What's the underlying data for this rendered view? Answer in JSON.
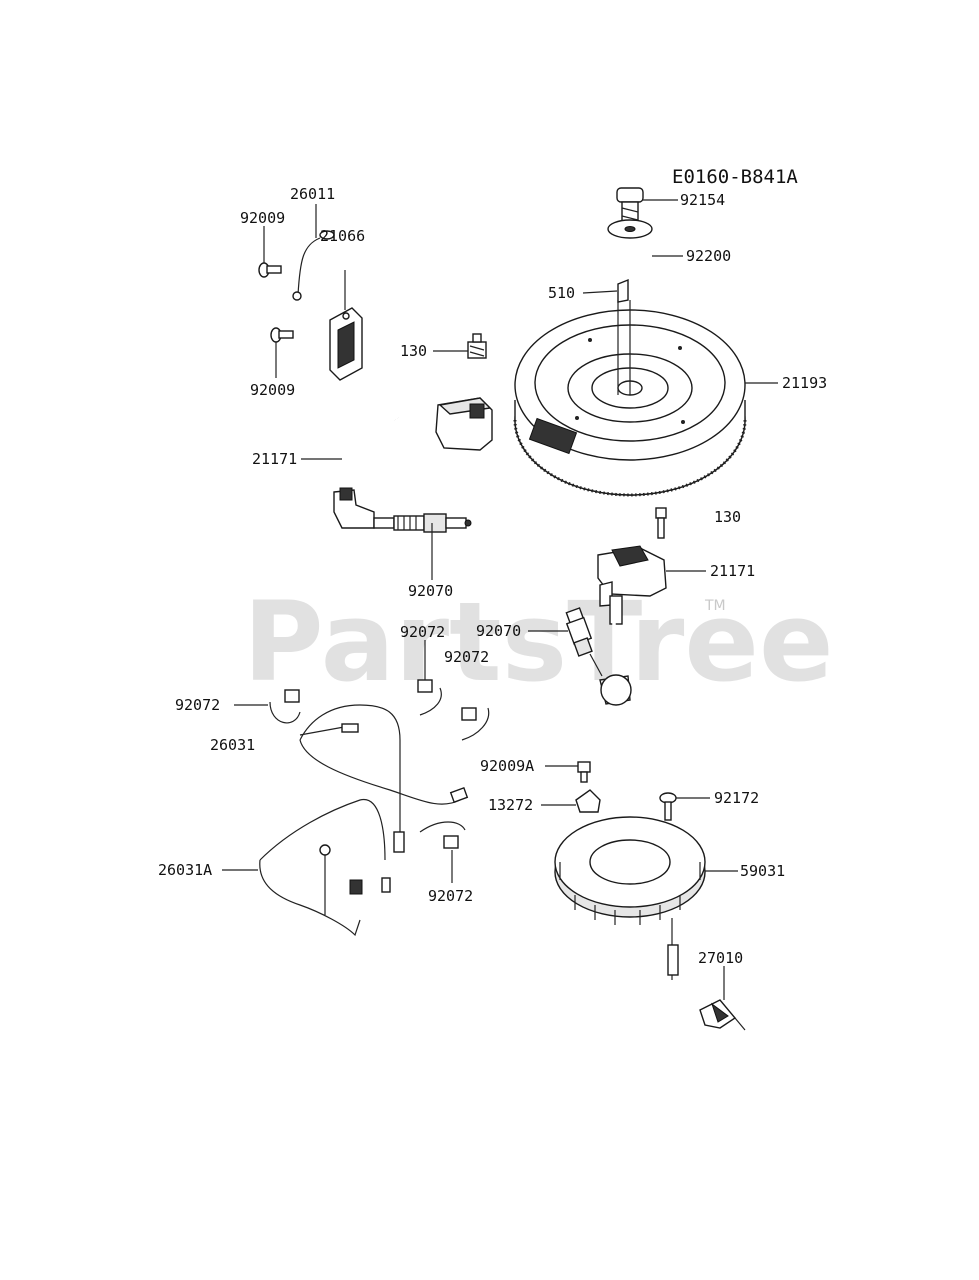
{
  "diagram_code": "E0160-B841A",
  "watermark": "PartsTree",
  "trademark": "TM",
  "labels": {
    "l92154": "92154",
    "l92200": "92200",
    "l510": "510",
    "l26011": "26011",
    "l92009_top": "92009",
    "l21066": "21066",
    "l92009_bottom": "92009",
    "l130_left": "130",
    "l21193": "21193",
    "l21171_left": "21171",
    "l130_right": "130",
    "l21171_right": "21171",
    "l92070_left": "92070",
    "l92070_right": "92070",
    "l92072_a": "92072",
    "l92072_b": "92072",
    "l92072_c": "92072",
    "l92072_d": "92072",
    "l26031": "26031",
    "l92009A": "92009A",
    "l13272": "13272",
    "l92172": "92172",
    "l59031": "59031",
    "l26031A": "26031A",
    "l27010": "27010"
  }
}
